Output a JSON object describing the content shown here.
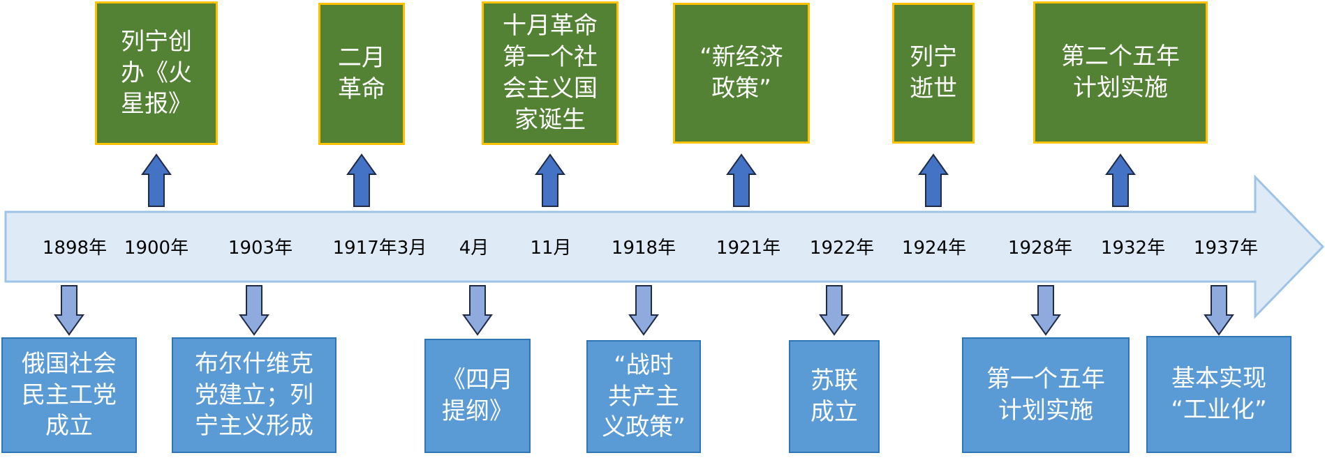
{
  "colors": {
    "timeline_fill": "#DEEBF7",
    "timeline_stroke": "#9DC3E6",
    "top_box_fill": "#548235",
    "top_box_border": "#FFC000",
    "bottom_box_fill": "#5B9BD5",
    "bottom_box_border": "#2E75B6",
    "up_arrow_fill": "#4472C4",
    "down_arrow_fill": "#8FAADC",
    "arrow_stroke": "#1F2A44"
  },
  "years": [
    "1898年",
    "1900年",
    "1903年",
    "1917年3月",
    "4月",
    "11月",
    "1918年",
    "1921年",
    "1922年",
    "1924年",
    "1928年",
    "1932年",
    "1937年"
  ],
  "top_events": [
    {
      "text": "列宁创\n办《火\n星报》",
      "year": "1900年"
    },
    {
      "text": "二月\n革命",
      "year": "1917年3月"
    },
    {
      "text": "十月革命\n第一个社\n会主义国\n家诞生",
      "year": "11月"
    },
    {
      "text": "“新经济\n政策”",
      "year": "1921年"
    },
    {
      "text": "列宁\n逝世",
      "year": "1924年"
    },
    {
      "text": "第二个五年\n计划实施",
      "year": "1932年"
    }
  ],
  "bottom_events": [
    {
      "text": "俄国社会\n民主工党\n成立",
      "year": "1898年"
    },
    {
      "text": "布尔什维克\n党建立；列\n宁主义形成",
      "year": "1903年"
    },
    {
      "text": "《四月\n提纲》",
      "year": "4月"
    },
    {
      "text": "“战时\n共产主\n义政策”",
      "year": "1918年"
    },
    {
      "text": "苏联\n成立",
      "year": "1922年"
    },
    {
      "text": "第一个五年\n计划实施",
      "year": "1928年"
    },
    {
      "text": "基本实现\n“工业化”",
      "year": "1937年"
    }
  ]
}
